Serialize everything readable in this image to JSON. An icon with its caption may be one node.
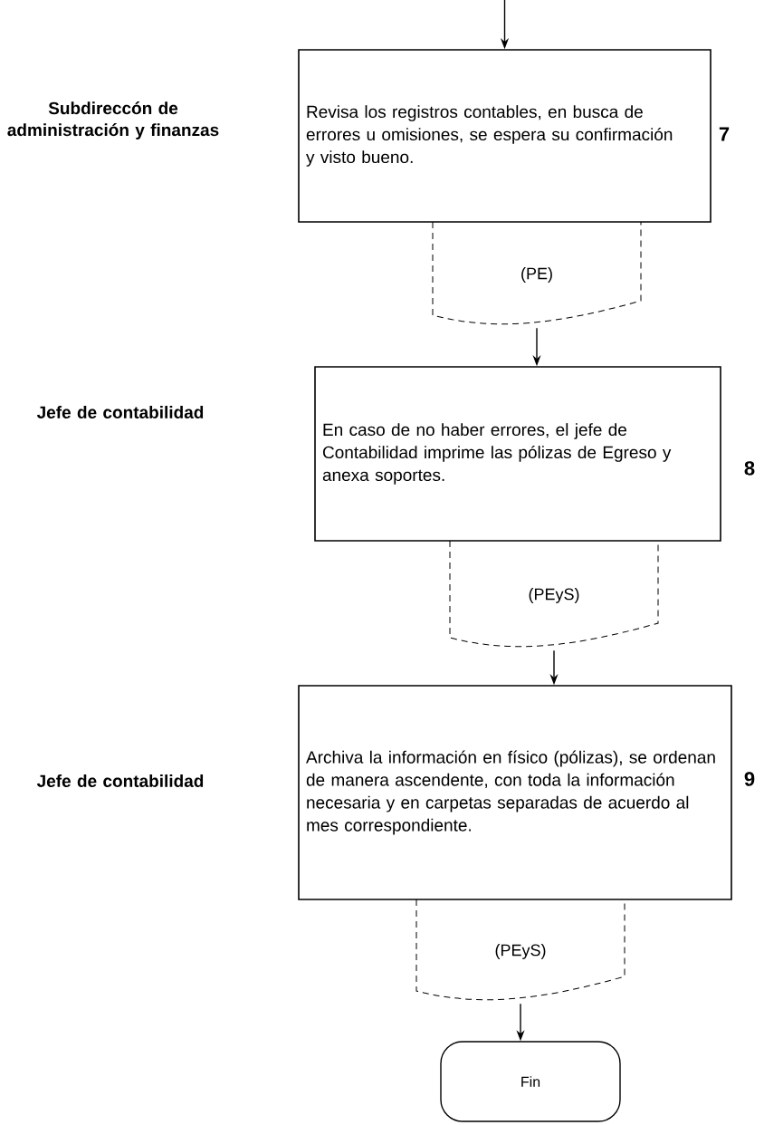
{
  "diagram": {
    "nodes": [
      {
        "text": [
          "Revisa los registros contables, en busca de errores u omisiones, se espera su confirmación y visto bueno."
        ],
        "beside": [
          "7"
        ]
      },
      {
        "text": [
          "(PE)"
        ]
      },
      {
        "text": [
          "En caso de no haber errores, el jefe de Contabilidad imprime las pólizas de Egreso y anexa soportes."
        ],
        "beside": [
          "8"
        ]
      },
      {
        "text": [
          "(PEyS)"
        ]
      },
      {
        "text": [
          "Archiva la información en físico (pólizas), se ordenan de manera ascendente, con toda la información necesaria y en carpetas separadas de acuerdo al mes correspondiente."
        ],
        "beside": [
          "9"
        ]
      },
      {
        "text": [
          "(PEyS)"
        ]
      },
      {
        "text": [
          "Fin"
        ]
      }
    ],
    "edges": [
      {
        "from": null,
        "to": 0,
        "arrow": "to"
      },
      {
        "from": 1,
        "to": 2,
        "arrow": "to"
      },
      {
        "from": 3,
        "to": 4,
        "arrow": "to"
      },
      {
        "from": 5,
        "to": 6,
        "arrow": "to"
      }
    ],
    "labels": [
      "Subdireccón de administración y finanzas",
      "Jefe de contabilidad",
      "Jefe de contabilidad"
    ]
  }
}
